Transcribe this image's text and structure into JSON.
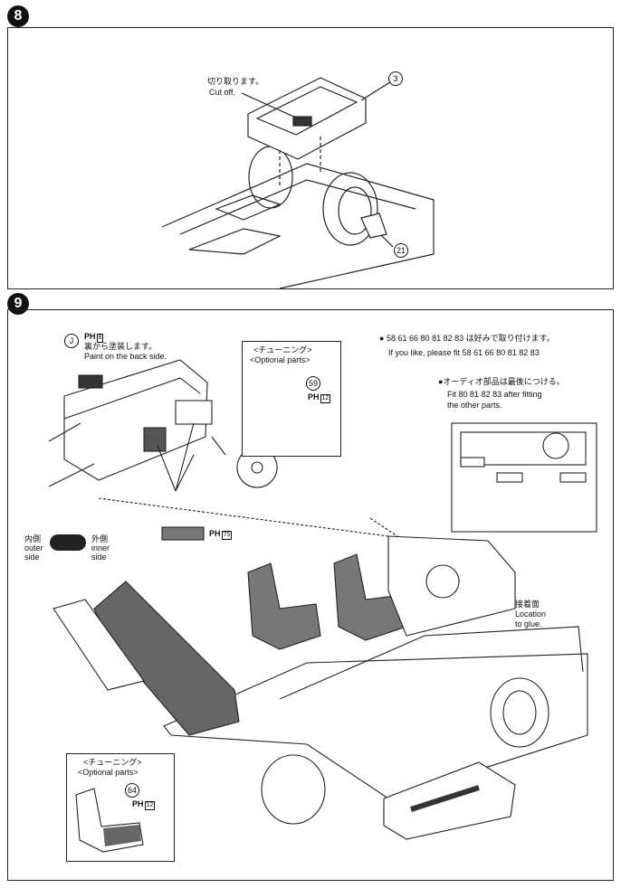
{
  "step8": {
    "number": "8",
    "note_jp": "切り取ります。",
    "note_en": "Cut off.",
    "parts": [
      "3",
      "21"
    ]
  },
  "step9": {
    "number": "9",
    "part_j": {
      "letter": "J",
      "paint_code": "8",
      "note_jp": "裏から塗装します。",
      "note_en": "Paint on the back side."
    },
    "optional_box1": {
      "title_jp": "<チューニング>",
      "title_en": "<Optional parts>",
      "part": "59",
      "paint_code": "12"
    },
    "optional_box2": {
      "title_jp": "<チューニング>",
      "title_en": "<Optional parts>",
      "part": "64",
      "paint_code": "12"
    },
    "fit_note": {
      "parts": [
        "58",
        "61",
        "66",
        "80",
        "81",
        "82",
        "83"
      ],
      "jp_suffix": "は好みで取り付けます。",
      "en_prefix": "If you like, please fit"
    },
    "audio_note": {
      "jp": "●オーディオ部品は最後につける。",
      "en_prefix": "Fit",
      "parts": [
        "80",
        "81",
        "82",
        "83"
      ],
      "en_suffix": "after fitting",
      "en_line2": "the other parts."
    },
    "legend": {
      "inner_jp": "内側",
      "outer_en": "outer",
      "side": "side",
      "outer_jp": "外側",
      "inner_en": "inner",
      "swatch_code": "75"
    },
    "glue_note": {
      "jp": "接着面",
      "en1": "Location",
      "en2": "to glue."
    },
    "ph_prefix": "PH"
  }
}
